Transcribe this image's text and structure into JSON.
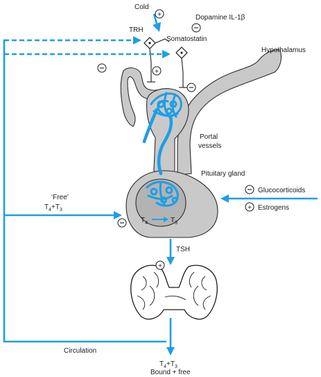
{
  "labels": {
    "cold": "Cold",
    "dopamine": "Dopamine IL-1β",
    "trh": "TRH",
    "somatostatin": "Somatostatin",
    "hypothalamus": "Hypothalamus",
    "portal_line1": "Portal",
    "portal_line2": "vessels",
    "pituitary": "Pituitary gland",
    "glucocorticoids": "Glucocorticoids",
    "estrogens": "Estrogens",
    "free": "‘Free’",
    "tsh": "TSH",
    "circulation": "Circulation",
    "bound_free": "Bound + free"
  },
  "signs": {
    "positive": "+",
    "negative": "−"
  },
  "formulas": {
    "t4": {
      "base": "T",
      "sub": "4"
    },
    "t3": {
      "base": "T",
      "sub": "3"
    },
    "plus": "+"
  },
  "colors": {
    "flow": "#1d9ee6",
    "tissue": "#c9c9c9",
    "outline": "#2b2b2b"
  }
}
